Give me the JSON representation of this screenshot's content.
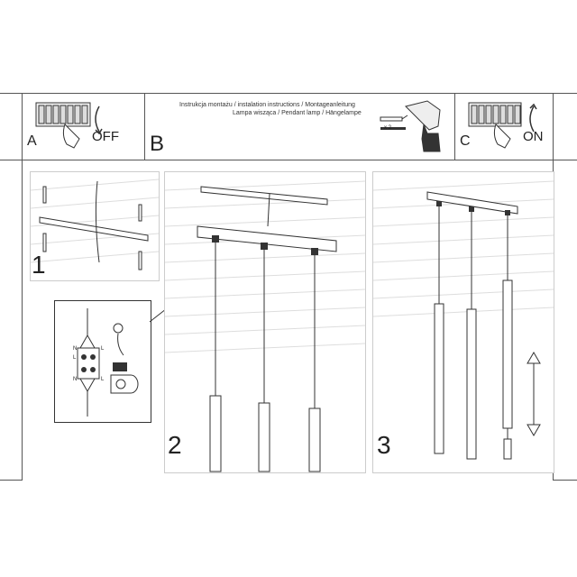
{
  "header": {
    "step_a": {
      "letter": "A",
      "word": "OFF"
    },
    "step_b": {
      "letter": "B"
    },
    "step_c": {
      "letter": "C",
      "word": "ON"
    },
    "title_line1": "Instrukcja montażu / instalation instructions / Montageanleitung",
    "title_line2": "Lampa wisząca / Pendant lamp / Hängelampe",
    "drill_note": "x 2"
  },
  "panels": {
    "step1": {
      "number": "1"
    },
    "step2": {
      "number": "2"
    },
    "step3": {
      "number": "3"
    }
  },
  "wiring": {
    "left_top": "N",
    "left_mid": "L",
    "left_bot": "N",
    "right_top": "L",
    "right_bot": "L"
  },
  "colors": {
    "line": "#333333",
    "ceiling": "#eeeeee"
  }
}
